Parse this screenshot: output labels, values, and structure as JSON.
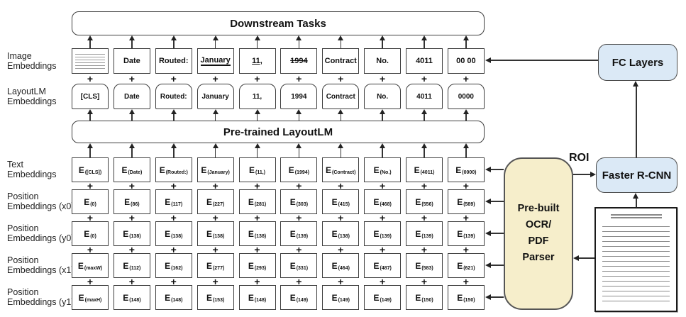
{
  "colors": {
    "box_fill_blue": "#dbe9f6",
    "box_fill_tan": "#f6eecb",
    "box_border": "#3e3e3e",
    "arrow": "#222222"
  },
  "boxes": {
    "downstream": "Downstream Tasks",
    "pretrained": "Pre-trained LayoutLM",
    "fc_layers": "FC Layers",
    "faster_rcnn": "Faster R-CNN",
    "roi": "ROI",
    "parser_lines": [
      "Pre-built",
      "OCR/",
      "PDF",
      "Parser"
    ]
  },
  "grid": {
    "rows": [
      {
        "id": "image",
        "label": [
          "Image",
          "Embeddings"
        ],
        "kind": "token",
        "tokens": [
          {
            "type": "doc"
          },
          {
            "t": "Date"
          },
          {
            "t": "Routed:"
          },
          {
            "t": "January",
            "deco": "underline-thick"
          },
          {
            "t": "11,",
            "deco": "underline"
          },
          {
            "t": "1994",
            "deco": "strike"
          },
          {
            "t": "Contract"
          },
          {
            "t": "No."
          },
          {
            "t": "4011"
          },
          {
            "t": "00 00"
          }
        ]
      },
      {
        "id": "layoutlm",
        "label": [
          "LayoutLM",
          "Embeddings"
        ],
        "kind": "token",
        "tokens": [
          {
            "t": "[CLS]"
          },
          {
            "t": "Date"
          },
          {
            "t": "Routed:"
          },
          {
            "t": "January"
          },
          {
            "t": "11,"
          },
          {
            "t": "1994"
          },
          {
            "t": "Contract"
          },
          {
            "t": "No."
          },
          {
            "t": "4011"
          },
          {
            "t": "0000"
          }
        ]
      },
      {
        "id": "text",
        "label": [
          "Text",
          "Embeddings"
        ],
        "kind": "e",
        "subs": [
          "([CLS])",
          "(Date)",
          "(Routed:)",
          "(January)",
          "(11,)",
          "(1994)",
          "(Contract)",
          "(No.)",
          "(4011)",
          "(0000)"
        ]
      },
      {
        "id": "x0",
        "label": [
          "Position",
          "Embeddings (x0)"
        ],
        "kind": "e",
        "subs": [
          "(0)",
          "(86)",
          "(117)",
          "(227)",
          "(281)",
          "(303)",
          "(415)",
          "(468)",
          "(556)",
          "(589)"
        ]
      },
      {
        "id": "y0",
        "label": [
          "Position",
          "Embeddings (y0)"
        ],
        "kind": "e",
        "subs": [
          "(0)",
          "(138)",
          "(138)",
          "(138)",
          "(138)",
          "(139)",
          "(138)",
          "(139)",
          "(139)",
          "(139)"
        ]
      },
      {
        "id": "x1",
        "label": [
          "Position",
          "Embeddings (x1)"
        ],
        "kind": "e",
        "subs": [
          "(maxW)",
          "(112)",
          "(162)",
          "(277)",
          "(293)",
          "(331)",
          "(464)",
          "(487)",
          "(583)",
          "(621)"
        ]
      },
      {
        "id": "y1",
        "label": [
          "Position",
          "Embeddings (y1)"
        ],
        "kind": "e",
        "subs": [
          "(maxH)",
          "(148)",
          "(148)",
          "(153)",
          "(148)",
          "(149)",
          "(149)",
          "(149)",
          "(150)",
          "(150)"
        ]
      }
    ]
  }
}
